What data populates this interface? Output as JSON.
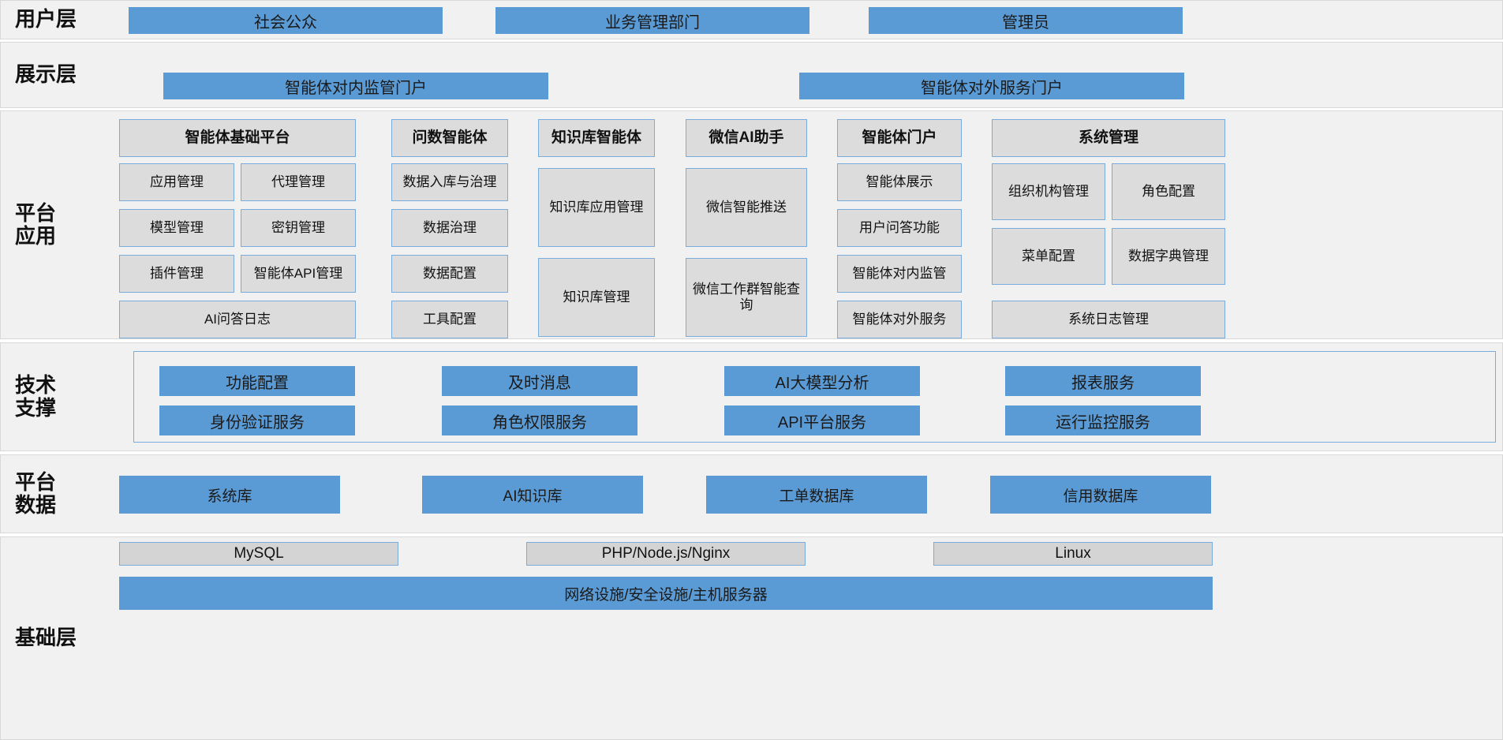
{
  "layers": {
    "user": {
      "label": "用户层",
      "items": [
        {
          "label": "社会公众"
        },
        {
          "label": "业务管理部门"
        },
        {
          "label": "管理员"
        }
      ]
    },
    "presentation": {
      "label": "展示层",
      "items": [
        {
          "label": "智能体对内监管门户"
        },
        {
          "label": "智能体对外服务门户"
        }
      ]
    },
    "platform_apps": {
      "label": "平台\n应用",
      "columns": [
        {
          "title": "智能体基础平台",
          "pairs": [
            [
              "应用管理",
              "代理管理"
            ],
            [
              "模型管理",
              "密钥管理"
            ],
            [
              "插件管理",
              "智能体API管理"
            ]
          ],
          "full": [
            "AI问答日志"
          ]
        },
        {
          "title": "问数智能体",
          "items": [
            "数据入库与治理",
            "数据治理",
            "数据配置",
            "工具配置"
          ]
        },
        {
          "title": "知识库智能体",
          "tall": [
            "知识库应用管理",
            "知识库管理"
          ]
        },
        {
          "title": "微信AI助手",
          "tall": [
            "微信智能推送",
            "微信工作群智能查询"
          ]
        },
        {
          "title": "智能体门户",
          "items": [
            "智能体展示",
            "用户问答功能",
            "智能体对内监管",
            "智能体对外服务"
          ]
        },
        {
          "title": "系统管理",
          "pairs": [
            [
              "组织机构管理",
              "角色配置"
            ],
            [
              "菜单配置",
              "数据字典管理"
            ]
          ],
          "full": [
            "系统日志管理"
          ]
        }
      ]
    },
    "tech_support": {
      "label": "技术\n支撑",
      "rows": [
        [
          "功能配置",
          "及时消息",
          "AI大模型分析",
          "报表服务"
        ],
        [
          "身份验证服务",
          "角色权限服务",
          "API平台服务",
          "运行监控服务"
        ]
      ]
    },
    "platform_data": {
      "label": "平台\n数据",
      "items": [
        "系统库",
        "AI知识库",
        "工单数据库",
        "信用数据库"
      ]
    },
    "infrastructure": {
      "label": "基础层",
      "middleware": [
        "MySQL",
        "PHP/Node.js/Nginx",
        "Linux"
      ],
      "base": "网络设施/安全设施/主机服务器"
    }
  },
  "colors": {
    "accent_blue": "#5b9bd5",
    "box_grey": "#dcdcdc",
    "band_bg": "#f1f1f1",
    "border_blue": "#7aaddb"
  }
}
